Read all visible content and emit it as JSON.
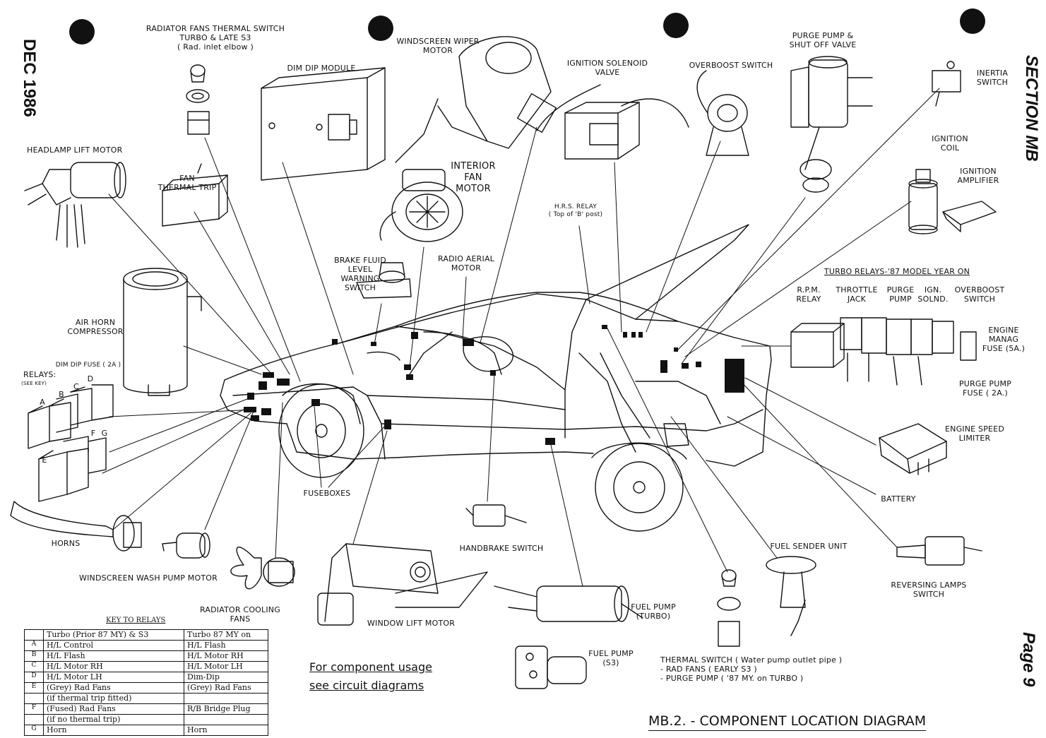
{
  "margin": {
    "date": "DEC 1986",
    "section": "SECTION MB",
    "page": "Page 9"
  },
  "diagram_title": "MB.2. - COMPONENT LOCATION DIAGRAM",
  "usage_note": {
    "line1": "For component usage",
    "line2": "see circuit diagrams"
  },
  "labels": {
    "radiator_fans_switch": "RADIATOR FANS THERMAL SWITCH\nTURBO & LATE S3\n( Rad. inlet elbow )",
    "dim_dip_module": "DIM DIP MODULE",
    "wiper_motor": "WINDSCREEN WIPER\nMOTOR",
    "ignition_solenoid": "IGNITION SOLENOID\nVALVE",
    "overboost_switch": "OVERBOOST SWITCH",
    "purge_pump": "PURGE PUMP &\nSHUT OFF VALVE",
    "inertia_switch": "INERTIA\nSWITCH",
    "ignition_coil": "IGNITION\nCOIL",
    "ignition_amplifier": "IGNITION\nAMPLIFIER",
    "headlamp_lift_motor": "HEADLAMP LIFT MOTOR",
    "fan_thermal_trip": "FAN\nTHERMAL TRIP",
    "interior_fan_motor": "INTERIOR\nFAN\nMOTOR",
    "hrs_relay": "H.R.S. RELAY\n( Top of 'B' post)",
    "brake_fluid": "BRAKE FLUID LEVEL\nWARNING\nSWITCH",
    "radio_aerial": "RADIO AERIAL\nMOTOR",
    "turbo_relays": "TURBO RELAYS-'87 MODEL YEAR ON",
    "rpm_relay": "R.P.M.\nRELAY",
    "throttle_jack": "THROTTLE\nJACK",
    "purge_pump_relay": "PURGE\nPUMP",
    "ign_solnd": "IGN.\nSOLND.",
    "overboost_relay": "OVERBOOST\nSWITCH",
    "engine_manag_fuse": "ENGINE\nMANAG\nFUSE (5A.)",
    "purge_pump_fuse": "PURGE PUMP\nFUSE ( 2A.)",
    "air_horn_compressor": "AIR HORN\nCOMPRESSOR",
    "dim_dip_fuse": "DIM DIP FUSE ( 2A )",
    "relays": "RELAYS:",
    "see_key": "(SEE KEY)",
    "engine_speed_limiter": "ENGINE SPEED\nLIMITER",
    "fuseboxes": "FUSEBOXES",
    "battery": "BATTERY",
    "horns": "HORNS",
    "handbrake_switch": "HANDBRAKE SWITCH",
    "fuel_sender": "FUEL SENDER UNIT",
    "reversing_lamps": "REVERSING LAMPS\nSWITCH",
    "washer_pump": "WINDSCREEN WASH PUMP MOTOR",
    "radiator_cooling_fans": "RADIATOR COOLING\nFANS",
    "window_lift": "WINDOW LIFT MOTOR",
    "fuel_pump_turbo": "FUEL PUMP\n(TURBO)",
    "fuel_pump_s3": "FUEL PUMP\n(S3)",
    "thermal_switch": "THERMAL SWITCH ( Water pump outlet pipe )\n- RAD FANS ( EARLY S3 )\n- PURGE PUMP ( '87 MY. on TURBO )"
  },
  "relay_letters": [
    "A",
    "B",
    "C",
    "D",
    "E",
    "F",
    "G"
  ],
  "key_to_relays": {
    "title": "KEY TO RELAYS",
    "col1_header": "Turbo (Prior 87 MY) & S3",
    "col2_header": "Turbo 87 MY on",
    "rows": [
      {
        "letter": "A",
        "col1": "H/L Control",
        "col2": "H/L Flash"
      },
      {
        "letter": "B",
        "col1": "H/L Flash",
        "col2": "H/L Motor RH"
      },
      {
        "letter": "C",
        "col1": "H/L Motor RH",
        "col2": "H/L Motor LH"
      },
      {
        "letter": "D",
        "col1": "H/L Motor LH",
        "col2": "Dim-Dip"
      },
      {
        "letter": "E",
        "col1": "(Grey) Rad Fans",
        "col2": "(Grey) Rad Fans"
      },
      {
        "letter": "",
        "col1": "(if thermal trip fitted)",
        "col2": ""
      },
      {
        "letter": "F",
        "col1": "(Fused) Rad Fans",
        "col2": "R/B Bridge Plug"
      },
      {
        "letter": "",
        "col1": "(if no thermal trip)",
        "col2": ""
      },
      {
        "letter": "G",
        "col1": "Horn",
        "col2": "Horn"
      }
    ]
  }
}
